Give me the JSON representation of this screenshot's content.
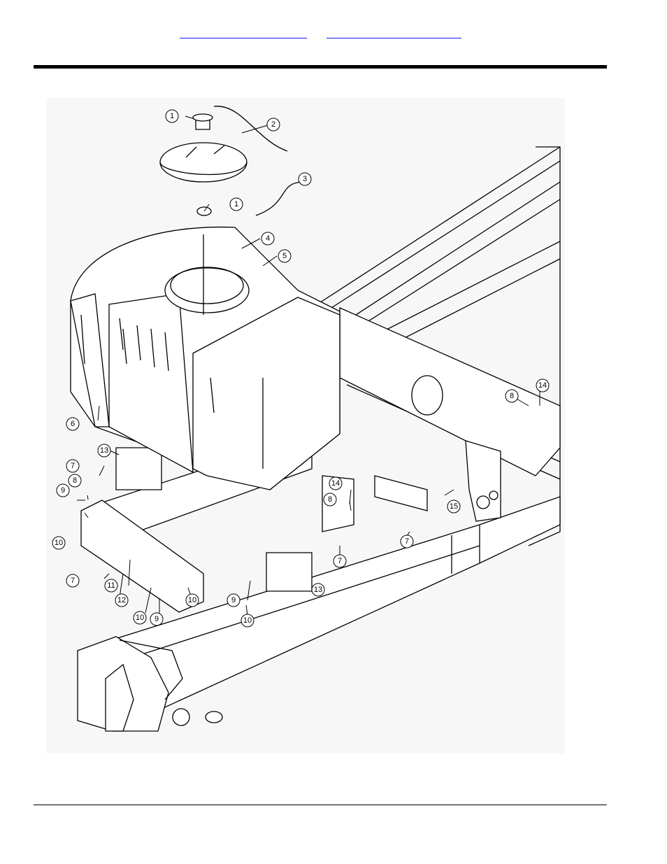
{
  "header": {
    "links": [
      {
        "label": ""
      },
      {
        "label": ""
      }
    ]
  },
  "figure": {
    "callouts": [
      {
        "number": "1"
      },
      {
        "number": "2"
      },
      {
        "number": "3"
      },
      {
        "number": "1"
      },
      {
        "number": "4"
      },
      {
        "number": "5"
      },
      {
        "number": "6"
      },
      {
        "number": "13"
      },
      {
        "number": "7"
      },
      {
        "number": "8"
      },
      {
        "number": "9"
      },
      {
        "number": "10"
      },
      {
        "number": "7"
      },
      {
        "number": "11"
      },
      {
        "number": "12"
      },
      {
        "number": "10"
      },
      {
        "number": "9"
      },
      {
        "number": "10"
      },
      {
        "number": "9"
      },
      {
        "number": "13"
      },
      {
        "number": "10"
      },
      {
        "number": "14"
      },
      {
        "number": "8"
      },
      {
        "number": "7"
      },
      {
        "number": "7"
      },
      {
        "number": "15"
      },
      {
        "number": "14"
      },
      {
        "number": "8"
      }
    ]
  }
}
